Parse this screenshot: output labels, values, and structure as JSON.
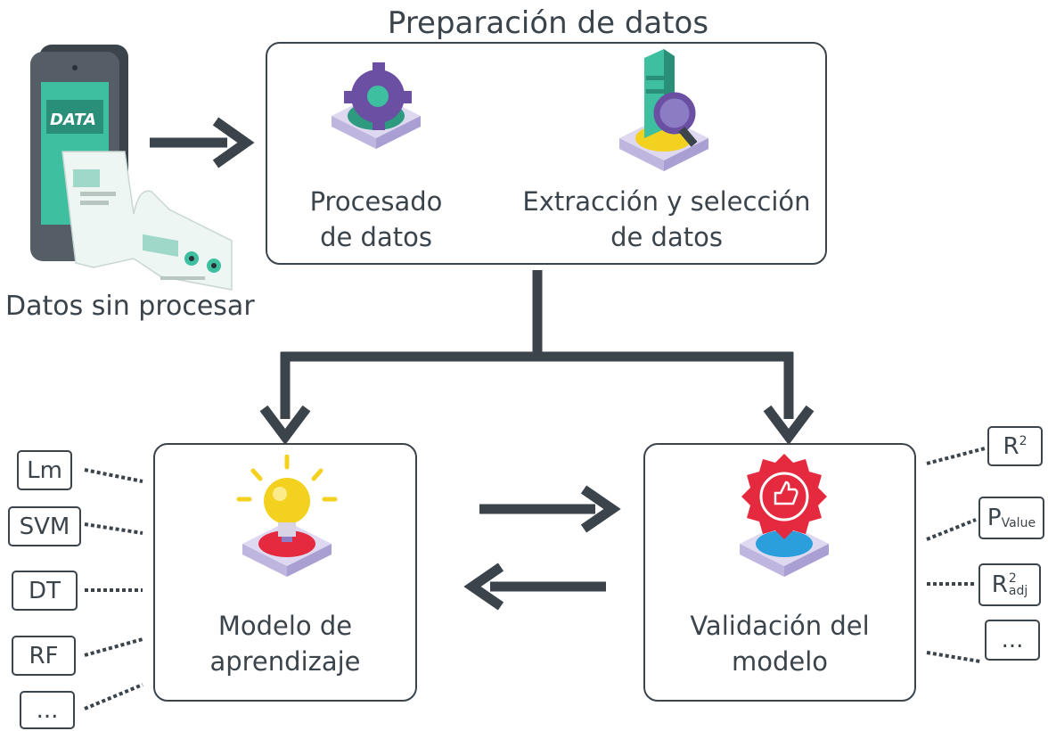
{
  "title": "Preparación de datos",
  "raw_data": {
    "caption": "Datos sin procesar",
    "phone_text": "DATA"
  },
  "prep_box": {
    "processing_label_1": "Procesado",
    "processing_label_2": "de datos",
    "extraction_label_1": "Extracción y selección",
    "extraction_label_2": "de datos"
  },
  "learning_box": {
    "label_1": "Modelo de",
    "label_2": "aprendizaje"
  },
  "validation_box": {
    "label_1": "Validación del",
    "label_2": "modelo"
  },
  "models": [
    "Lm",
    "SVM",
    "DT",
    "RF",
    "..."
  ],
  "metrics": {
    "r2_base": "R",
    "r2_sup": "2",
    "p_base": "P",
    "p_sub": "Value",
    "r2adj_base": "R",
    "r2adj_sup": "2",
    "r2adj_sub": "adj",
    "more": "..."
  },
  "colors": {
    "ink": "#3b434b",
    "teal": "#3dbfa0",
    "purple": "#6a4fa3",
    "yellow": "#f3d21f",
    "red": "#e5293e",
    "blue": "#2a9fdc"
  }
}
